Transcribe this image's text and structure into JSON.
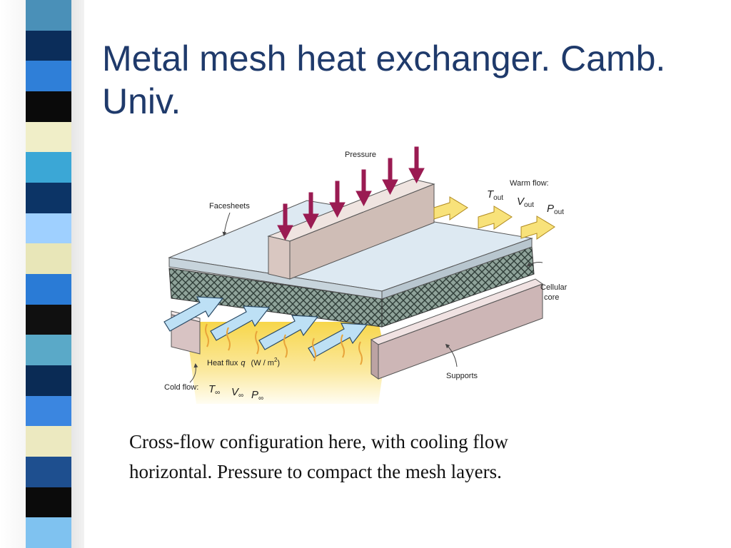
{
  "slide": {
    "title": "Metal mesh heat exchanger. Camb. Univ.",
    "caption_lines": [
      "Cross-flow configuration here, with cooling flow",
      "horizontal.  Pressure to compact the mesh layers."
    ]
  },
  "decor": {
    "strip_colors": [
      "#4a90b8",
      "#0b2d5a",
      "#2f7fd8",
      "#0a0a0a",
      "#f0eec8",
      "#3ba7d6",
      "#0c3466",
      "#9fd0ff",
      "#e8e6b8",
      "#2a7bd6",
      "#101010",
      "#5aa9c8",
      "#0a2b55",
      "#3b86e0",
      "#ece9c0",
      "#1e4f8f",
      "#0b0b0b",
      "#7fc2f0"
    ]
  },
  "diagram": {
    "pressure": "Pressure",
    "warm_flow": "Warm flow:",
    "t_out": "T",
    "t_out_sub": "out",
    "v_out": "V",
    "v_out_sub": "out",
    "p_out": "P",
    "p_out_sub": "out",
    "facesheets": "Facesheets",
    "cellular_core_1": "Cellular",
    "cellular_core_2": "core",
    "heat_flux": "Heat flux",
    "q_symbol": "q",
    "q_units": "(W / m",
    "q_units_sup": "2",
    "q_units_close": ")",
    "supports": "Supports",
    "cold_flow": "Cold flow:",
    "t_inf": "T",
    "v_inf": "V",
    "p_inf": "P",
    "inf_sub": "∞"
  }
}
